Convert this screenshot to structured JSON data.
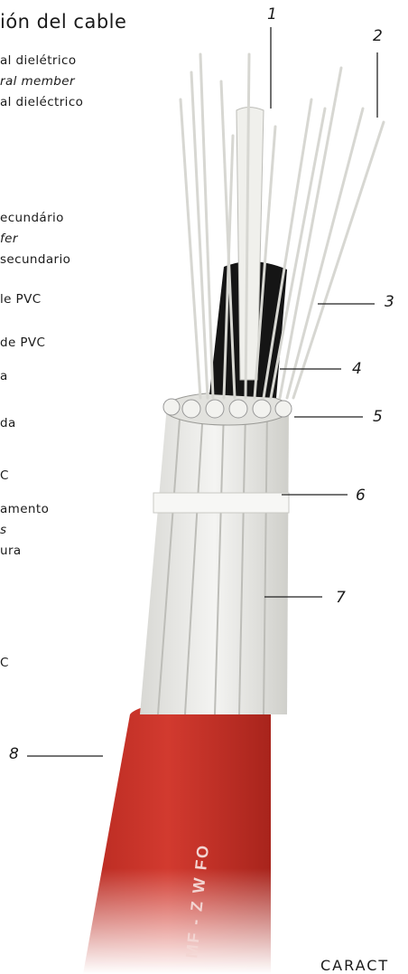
{
  "title": "ión del cable",
  "legend": [
    {
      "lines": [
        "al dielétrico",
        "ral member",
        "al dieléctrico"
      ],
      "italic": [
        false,
        true,
        false
      ]
    },
    {
      "lines": [
        "ecundário",
        "fer",
        "secundario"
      ],
      "italic": [
        false,
        true,
        false
      ]
    },
    {
      "lines": [
        "le PVC"
      ],
      "italic": [
        false
      ]
    },
    {
      "lines": [
        "de PVC"
      ],
      "italic": [
        false
      ]
    },
    {
      "lines": [
        "a"
      ],
      "italic": [
        false
      ]
    },
    {
      "lines": [
        "da"
      ],
      "italic": [
        false
      ]
    },
    {
      "lines": [
        "C"
      ],
      "italic": [
        false
      ]
    },
    {
      "lines": [
        "amento",
        "s",
        "ura"
      ],
      "italic": [
        false,
        true,
        false
      ]
    },
    {
      "lines": [
        "C"
      ],
      "italic": [
        false
      ]
    }
  ],
  "callouts": [
    "1",
    "2",
    "3",
    "4",
    "5",
    "6",
    "7",
    "8"
  ],
  "cable_print": "MF - Z W FO",
  "footer": "CARACT",
  "colors": {
    "sheath": "#cc3127",
    "core": "#e9e9e6",
    "black_tube": "#151515",
    "line": "#222222"
  }
}
